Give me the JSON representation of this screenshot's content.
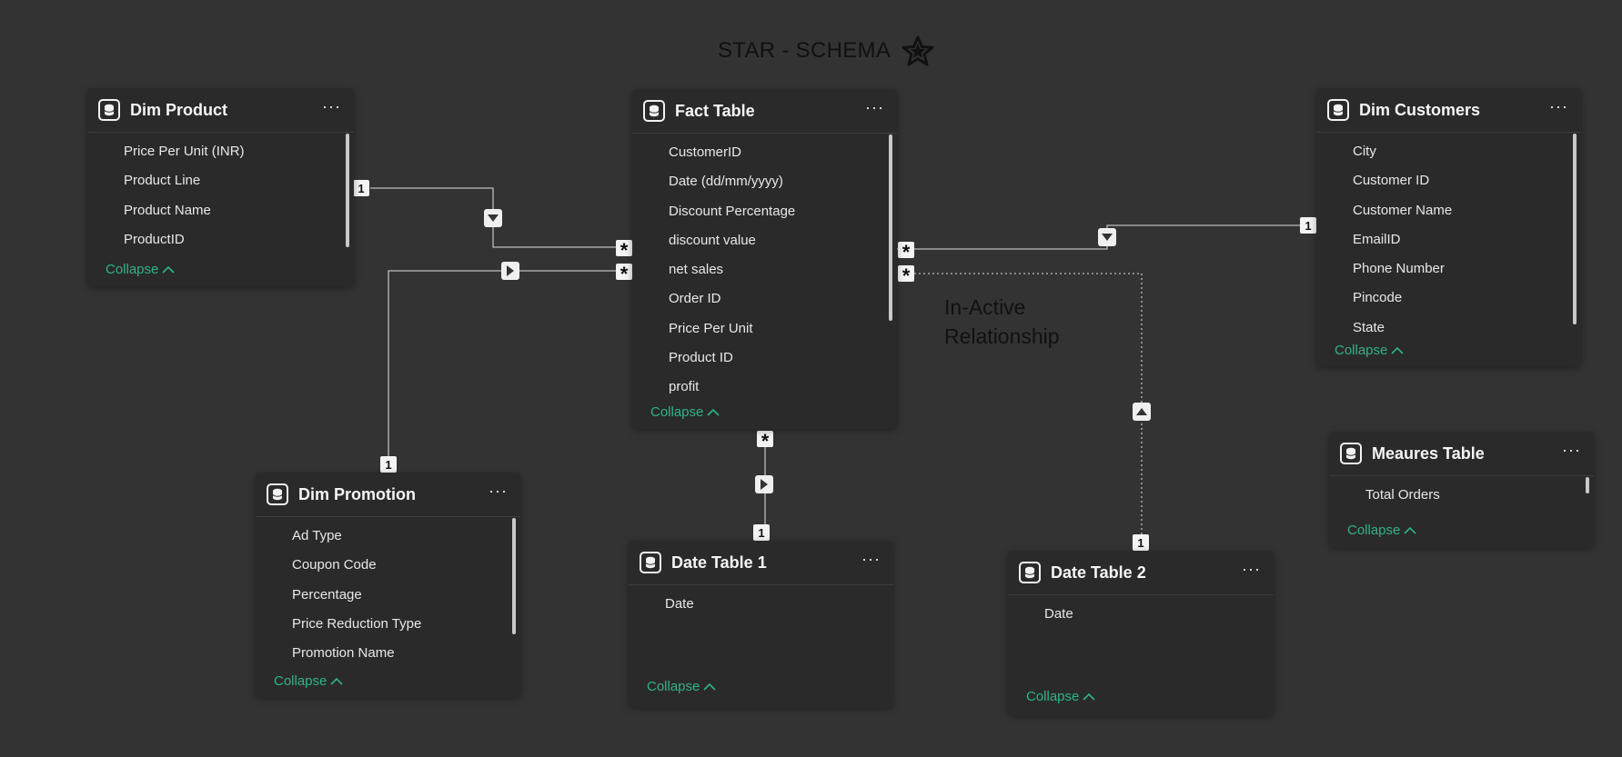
{
  "diagram": {
    "title": "STAR - SCHEMA",
    "note": "In-Active\nRelationship"
  },
  "tables": {
    "dim_product": {
      "name": "Dim Product",
      "fields": [
        "Price Per Unit (INR)",
        "Product Line",
        "Product Name",
        "ProductID"
      ],
      "collapse_label": "Collapse"
    },
    "fact_table": {
      "name": "Fact Table",
      "fields": [
        "CustomerID",
        "Date (dd/mm/yyyy)",
        "Discount Percentage",
        "discount value",
        "net sales",
        "Order ID",
        "Price Per Unit",
        "Product ID",
        "profit"
      ],
      "collapse_label": "Collapse"
    },
    "dim_customers": {
      "name": "Dim Customers",
      "fields": [
        "City",
        "Customer ID",
        "Customer Name",
        "EmailID",
        "Phone Number",
        "Pincode",
        "State"
      ],
      "collapse_label": "Collapse"
    },
    "dim_promotion": {
      "name": "Dim Promotion",
      "fields": [
        "Ad Type",
        "Coupon Code",
        "Percentage",
        "Price Reduction Type",
        "Promotion Name"
      ],
      "collapse_label": "Collapse"
    },
    "date_table_1": {
      "name": "Date Table 1",
      "fields": [
        "Date"
      ],
      "collapse_label": "Collapse"
    },
    "date_table_2": {
      "name": "Date Table 2",
      "fields": [
        "Date"
      ],
      "collapse_label": "Collapse"
    },
    "measures_table": {
      "name": "Meaures Table",
      "fields": [
        "Total Orders"
      ],
      "collapse_label": "Collapse"
    }
  },
  "relationships": {
    "one_label": "1",
    "many_label": "*"
  },
  "icons": {
    "table": "database-icon",
    "more": "more-options-icon",
    "collapse": "chevron-up-icon",
    "title_star": "star-icon"
  },
  "colors": {
    "canvas": "#333333",
    "card": "#2a2a2a",
    "accent": "#2fb389",
    "text": "#e8e8e8"
  }
}
